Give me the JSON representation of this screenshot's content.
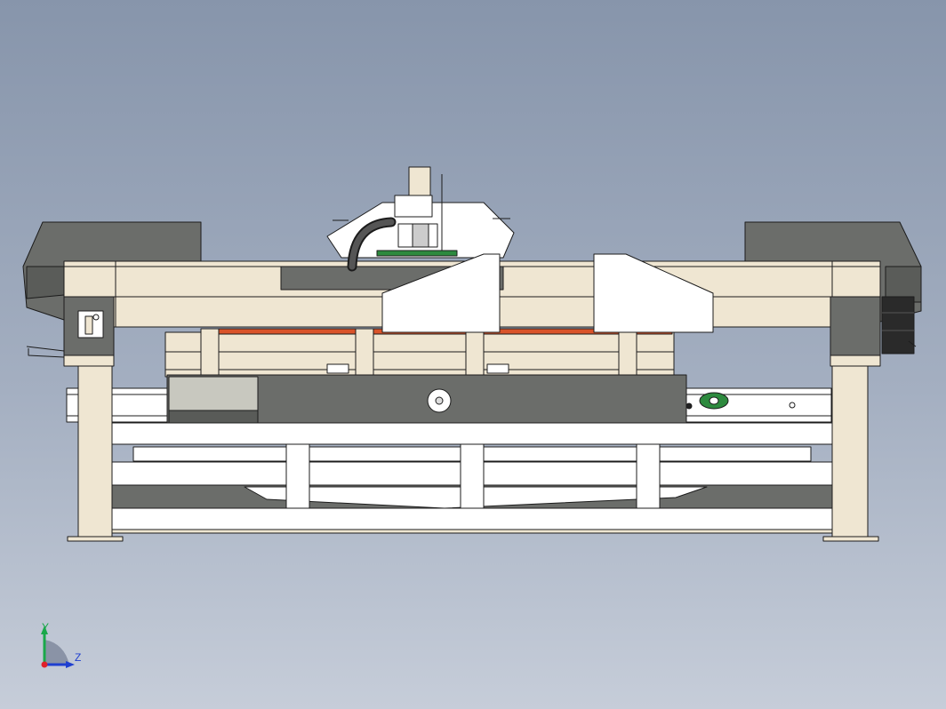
{
  "viewport": {
    "background_top": "#8795ab",
    "background_bottom": "#c6cdd9",
    "view_direction": "front view"
  },
  "model": {
    "name": "gantry-cnc-machine",
    "colors": {
      "frame_cream": "#efe6d2",
      "dark_gray": "#6b6d6a",
      "cover_white": "#ffffff",
      "accent_red": "#d9532a",
      "accent_green": "#2d8a3e",
      "outline": "#1c1c1c"
    }
  },
  "triad": {
    "y_label": "Y",
    "z_label": "Z",
    "colors": {
      "y": "#1aa84a",
      "z": "#1f3fd0",
      "origin": "#e0202a"
    }
  }
}
